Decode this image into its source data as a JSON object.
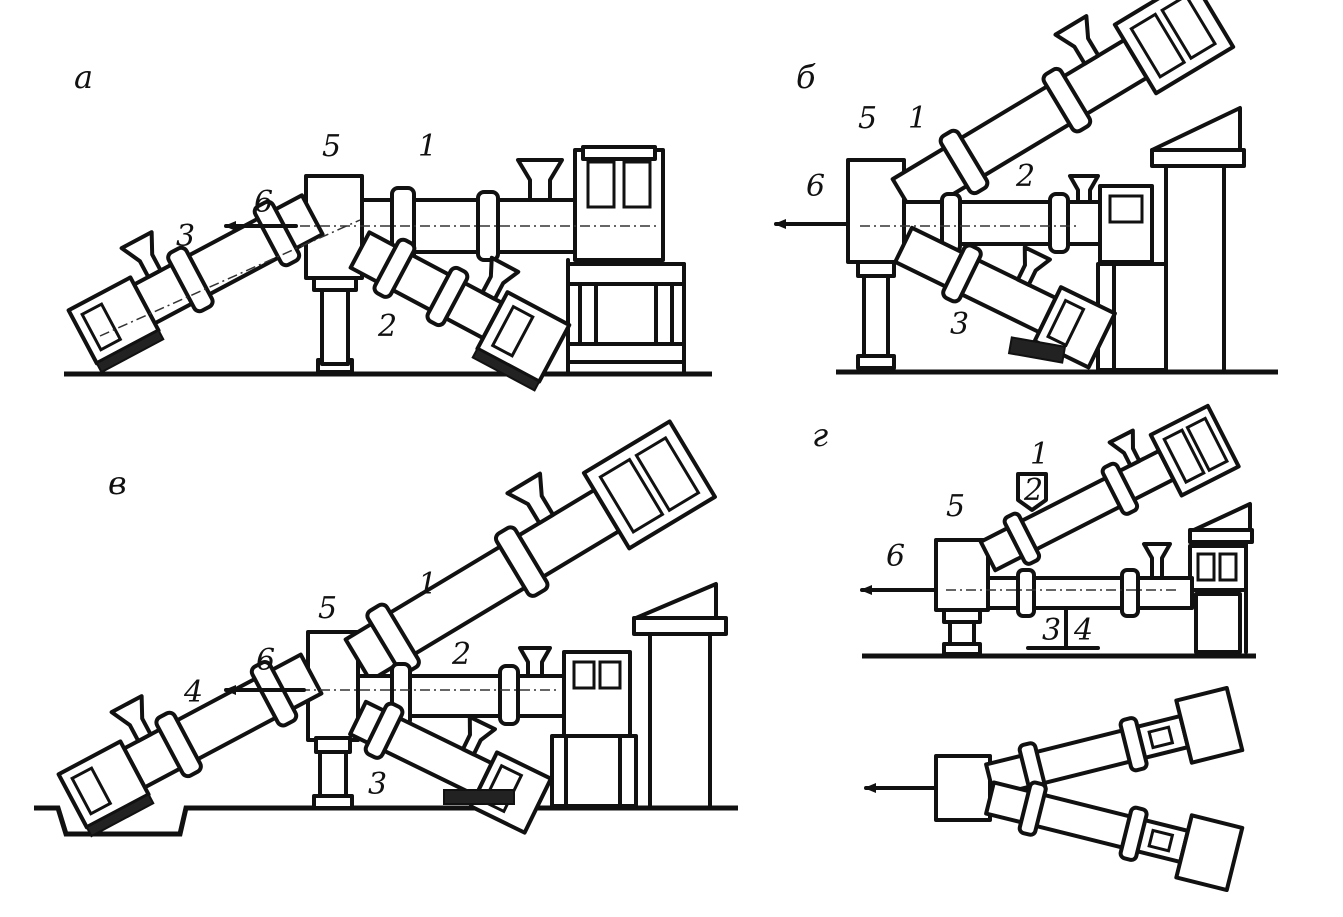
{
  "panels": [
    {
      "id": "a",
      "title": "а",
      "labels": {
        "main_extruder": "1",
        "aux_extruder_a": "3",
        "aux_extruder_b": "2",
        "head": "5",
        "output": "6"
      }
    },
    {
      "id": "b",
      "title": "б",
      "labels": {
        "main_extruder": "1",
        "aux_extruder_a": "2",
        "aux_extruder_b": "3",
        "head": "5",
        "output": "6"
      }
    },
    {
      "id": "v",
      "title": "в",
      "labels": {
        "main_extruder": "1",
        "aux_extruder_a": "2",
        "aux_extruder_b": "3",
        "aux_extruder_c": "4",
        "head": "5",
        "output": "6"
      }
    },
    {
      "id": "g",
      "title": "г",
      "labels": {
        "upper_extruder_a": "1",
        "upper_extruder_b": "2",
        "lower_extruder_a": "3",
        "lower_extruder_b": "4",
        "head": "5",
        "output": "6"
      }
    }
  ]
}
